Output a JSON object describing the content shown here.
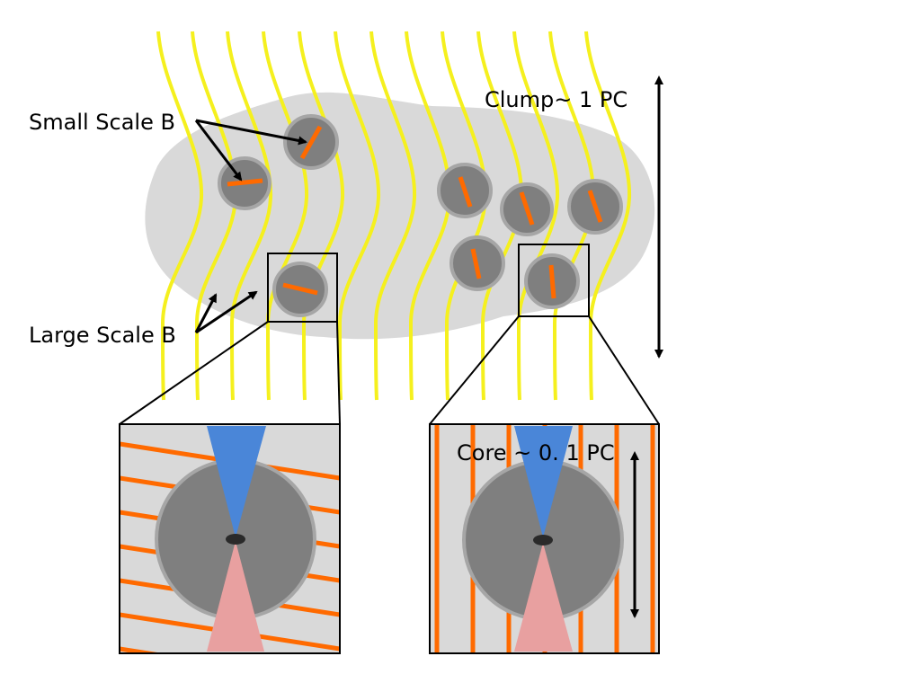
{
  "labels": {
    "small_scale": "Small Scale B",
    "large_scale": "Large Scale B",
    "clump": "Clump~ 1 PC",
    "core": "Core ~ 0. 1 PC"
  },
  "colors": {
    "field_line": "#f5f01e",
    "clump_fill": "#d9d9d9",
    "core_fill": "#7f7f7f",
    "core_edge": "#a6a6a6",
    "small_scale_b": "#ff6a00",
    "outflow_blue": "#4a86d8",
    "outflow_red": "#e8a0a0",
    "protostar": "#2a2a2a"
  }
}
